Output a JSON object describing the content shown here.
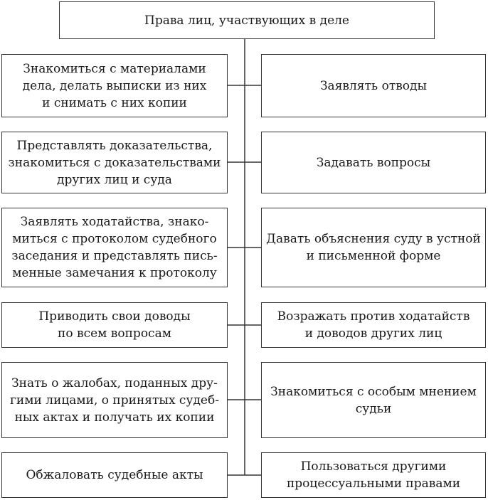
{
  "diagram": {
    "root": {
      "label": "Права лиц, участвующих в деле"
    },
    "left_items": [
      {
        "label": "Знакомиться с материалами\nдела, делать выписки из них\nи снимать с них копии"
      },
      {
        "label": "Представлять доказательства,\nзнакомиться с доказательствами\nдругих лиц и суда"
      },
      {
        "label": "Заявлять ходатайства, знако-\nмиться с протоколом судебного\nзаседания и представлять пись-\nменные замечания к протоколу"
      },
      {
        "label": "Приводить свои доводы\nпо всем вопросам"
      },
      {
        "label": "Знать о жалобах, поданных дру-\nгими лицами, о принятых судеб-\nных актах и получать их копии"
      },
      {
        "label": "Обжаловать судебные акты"
      }
    ],
    "right_items": [
      {
        "label": "Заявлять отводы"
      },
      {
        "label": "Задавать вопросы"
      },
      {
        "label": "Давать объяснения суду в устной\nи письменной форме"
      },
      {
        "label": "Возражать против ходатайств\nи доводов других лиц"
      },
      {
        "label": "Знакомиться с особым мнением\nсудьи"
      },
      {
        "label": "Пользоваться другими\nпроцессуальными правами"
      }
    ]
  }
}
